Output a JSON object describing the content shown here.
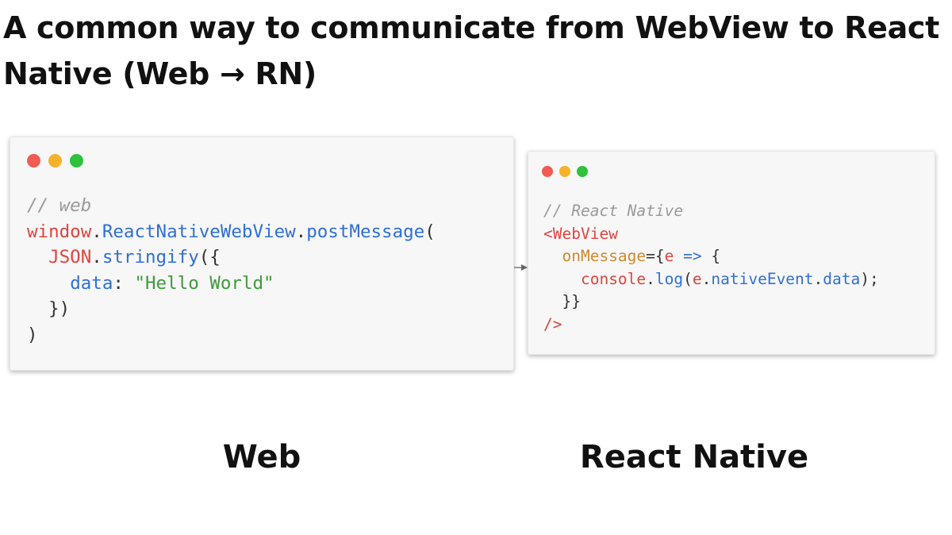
{
  "title": "A common way to communicate from WebView to React Native (Web → RN)",
  "colors": {
    "dot_red": "#f25b52",
    "dot_yellow": "#f6b22b",
    "dot_green": "#2fc23b"
  },
  "web_window": {
    "code_lines": [
      [
        {
          "text": "// web",
          "style": "comment"
        }
      ],
      [
        {
          "text": "window",
          "style": "red"
        },
        {
          "text": ".",
          "style": "plain"
        },
        {
          "text": "ReactNativeWebView",
          "style": "blue"
        },
        {
          "text": ".",
          "style": "plain"
        },
        {
          "text": "postMessage",
          "style": "blue"
        },
        {
          "text": "(",
          "style": "plain"
        }
      ],
      [
        {
          "text": "  ",
          "style": "plain"
        },
        {
          "text": "JSON",
          "style": "red"
        },
        {
          "text": ".",
          "style": "plain"
        },
        {
          "text": "stringify",
          "style": "blue"
        },
        {
          "text": "({",
          "style": "plain"
        }
      ],
      [
        {
          "text": "    ",
          "style": "plain"
        },
        {
          "text": "data",
          "style": "blue"
        },
        {
          "text": ": ",
          "style": "plain"
        },
        {
          "text": "\"Hello World\"",
          "style": "green"
        }
      ],
      [
        {
          "text": "  })",
          "style": "plain"
        }
      ],
      [
        {
          "text": ")",
          "style": "plain"
        }
      ]
    ]
  },
  "rn_window": {
    "code_lines": [
      [
        {
          "text": "// React Native",
          "style": "comment"
        }
      ],
      [
        {
          "text": "<WebView",
          "style": "red"
        }
      ],
      [
        {
          "text": "  ",
          "style": "plain"
        },
        {
          "text": "onMessage",
          "style": "orange"
        },
        {
          "text": "={",
          "style": "plain"
        },
        {
          "text": "e",
          "style": "red"
        },
        {
          "text": " ",
          "style": "plain"
        },
        {
          "text": "=>",
          "style": "blue"
        },
        {
          "text": " {",
          "style": "plain"
        }
      ],
      [
        {
          "text": "    ",
          "style": "plain"
        },
        {
          "text": "console",
          "style": "red"
        },
        {
          "text": ".",
          "style": "plain"
        },
        {
          "text": "log",
          "style": "blue"
        },
        {
          "text": "(",
          "style": "plain"
        },
        {
          "text": "e",
          "style": "red"
        },
        {
          "text": ".",
          "style": "plain"
        },
        {
          "text": "nativeEvent",
          "style": "blue"
        },
        {
          "text": ".",
          "style": "plain"
        },
        {
          "text": "data",
          "style": "blue"
        },
        {
          "text": ");",
          "style": "plain"
        }
      ],
      [
        {
          "text": "  }}",
          "style": "plain"
        }
      ],
      [
        {
          "text": "/>",
          "style": "red"
        }
      ]
    ]
  },
  "captions": {
    "web": "Web",
    "rn": "React Native"
  }
}
